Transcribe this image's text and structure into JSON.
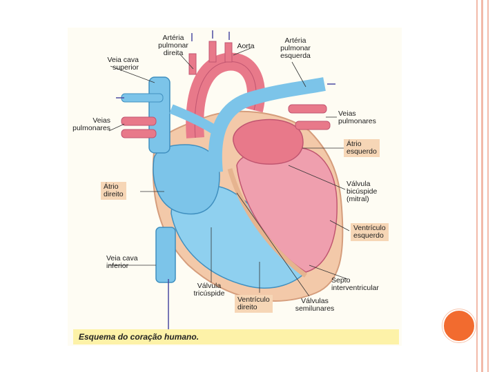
{
  "labels": {
    "arteria_pulmonar_direita": "Artéria\npulmonar\ndireita",
    "aorta": "Aorta",
    "arteria_pulmonar_esquerda": "Artéria\npulmonar\nesquerda",
    "veia_cava_superior": "Veia cava\nsuperior",
    "veias_pulmonares_left": "Veias\npulmonares",
    "veias_pulmonares_right": "Veias\npulmonares",
    "atrio_esquerdo": "Átrio\nesquerdo",
    "atrio_direito": "Átrio\ndireito",
    "valvula_bicuspide": "Válvula\nbicúspide\n(mitral)",
    "ventriculo_esquerdo": "Ventrículo\nesquerdo",
    "veia_cava_inferior": "Veia cava\ninferior",
    "septo": "Septo\ninterventricular",
    "valvula_tricuspide": "Válvula\ntricúspide",
    "ventriculo_direito": "Ventrículo\ndireito",
    "valvulas_semilunares": "Válvulas\nsemilunares"
  },
  "caption": "Esquema do coração humano.",
  "colors": {
    "border": "#f2b9a8",
    "circle": "#f26b2f",
    "blood_venous": "#6fc1e6",
    "blood_arterial": "#e8798a",
    "label_box": "#f6d6b6",
    "caption_bar": "#fdf2a8"
  }
}
